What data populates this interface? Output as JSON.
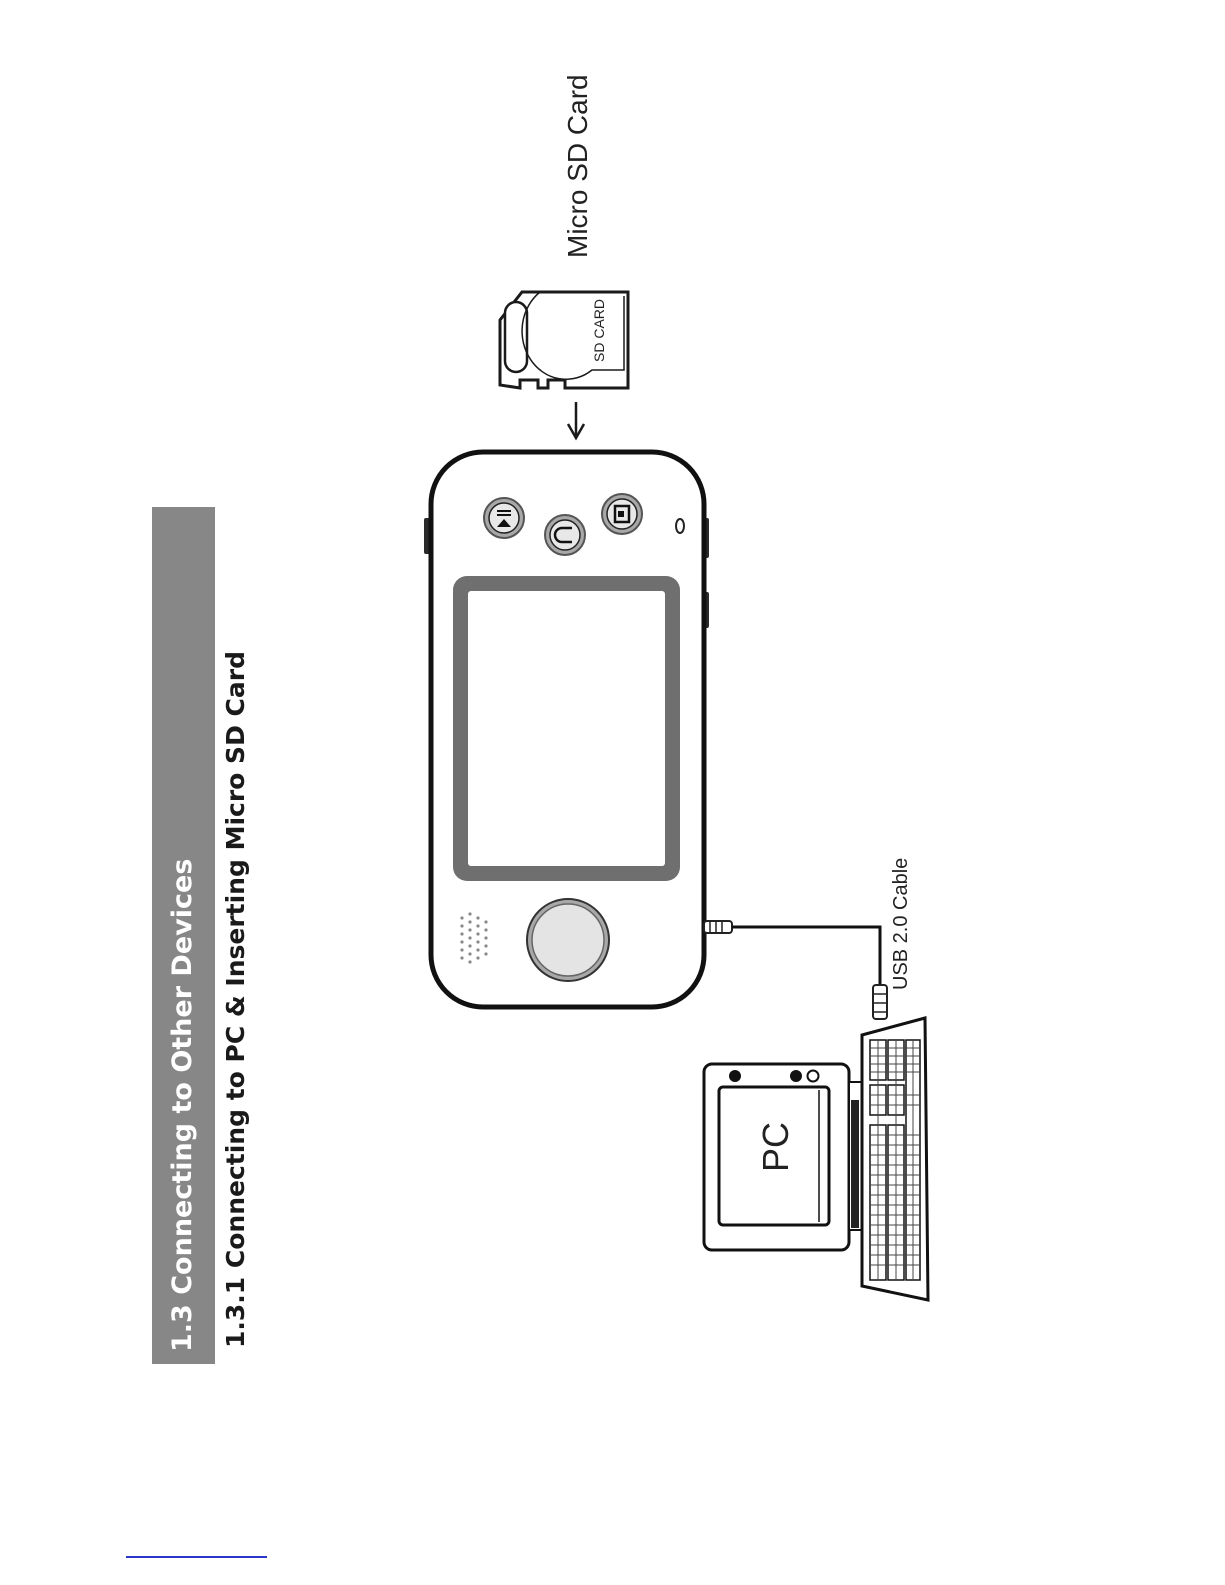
{
  "section": {
    "title": "1.3 Connecting to Other Devices"
  },
  "subsection": {
    "title": "1.3.1 Connecting to PC & Inserting Micro SD Card"
  },
  "diagram": {
    "sd_card_label": "Micro SD Card",
    "sd_card_print": "SD CARD",
    "usb_cable_label": "USB 2.0 Cable",
    "pc_label": "PC"
  },
  "colors": {
    "section_bar": "#878787",
    "footer_rule": "#2a36c8"
  }
}
